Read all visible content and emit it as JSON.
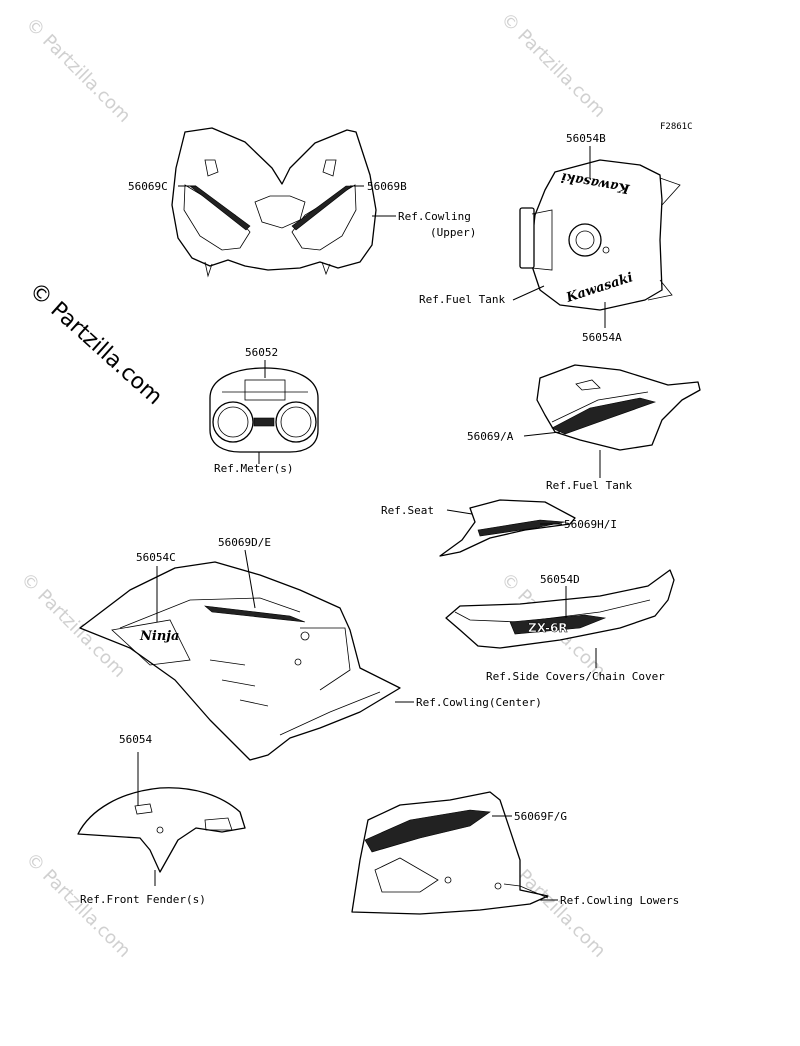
{
  "figure_code": "F2861C",
  "watermark_main": "© Partzilla.com",
  "watermark_faint": "© Partzilla.com",
  "labels": {
    "p56069C": "56069C",
    "p56069B": "56069B",
    "ref_cowling_upper_1": "Ref.Cowling",
    "ref_cowling_upper_2": "(Upper)",
    "p56054B": "56054B",
    "ref_fuel_tank_1": "Ref.Fuel Tank",
    "p56054A": "56054A",
    "p56052": "56052",
    "ref_meter": "Ref.Meter(s)",
    "p56069A": "56069/A",
    "ref_fuel_tank_2": "Ref.Fuel Tank",
    "ref_seat": "Ref.Seat",
    "p56069HI": "56069H/I",
    "p56054C": "56054C",
    "p56069DE": "56069D/E",
    "p56054D": "56054D",
    "ref_side_covers": "Ref.Side Covers/Chain Cover",
    "ref_cowling_center": "Ref.Cowling(Center)",
    "p56054": "56054",
    "p56069FG": "56069F/G",
    "ref_front_fender": "Ref.Front Fender(s)",
    "ref_cowling_lowers": "Ref.Cowling Lowers"
  },
  "decals": {
    "tank_top": "Kawasaki",
    "tank_side": "Kawasaki",
    "ninja": "Ninja",
    "zx6r": "ZX-6R"
  }
}
